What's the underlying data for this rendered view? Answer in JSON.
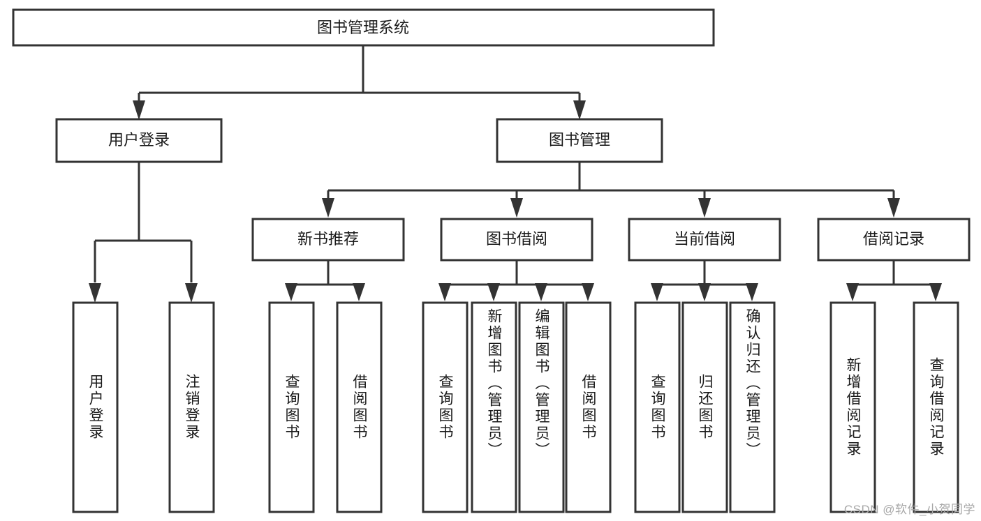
{
  "diagram": {
    "type": "tree-hierarchy",
    "title": "图书管理系统",
    "root": {
      "label": "图书管理系统"
    },
    "level2": [
      {
        "id": "user-login",
        "label": "用户登录"
      },
      {
        "id": "book-management",
        "label": "图书管理"
      }
    ],
    "level3": [
      {
        "id": "new-book-recommend",
        "label": "新书推荐",
        "parent": "book-management"
      },
      {
        "id": "book-borrow",
        "label": "图书借阅",
        "parent": "book-management"
      },
      {
        "id": "current-borrow",
        "label": "当前借阅",
        "parent": "book-management"
      },
      {
        "id": "borrow-record",
        "label": "借阅记录",
        "parent": "book-management"
      }
    ],
    "leaves": [
      {
        "id": "leaf-user-login",
        "label": "用户登录",
        "parent": "user-login"
      },
      {
        "id": "leaf-logout-login",
        "label": "注销登录",
        "parent": "user-login"
      },
      {
        "id": "leaf-query-book-1",
        "label": "查询图书",
        "parent": "new-book-recommend"
      },
      {
        "id": "leaf-borrow-book-1",
        "label": "借阅图书",
        "parent": "new-book-recommend"
      },
      {
        "id": "leaf-query-book-2",
        "label": "查询图书",
        "parent": "book-borrow"
      },
      {
        "id": "leaf-add-book",
        "label": "新增图书（管理员）",
        "parent": "book-borrow"
      },
      {
        "id": "leaf-edit-book",
        "label": "编辑图书（管理员）",
        "parent": "book-borrow"
      },
      {
        "id": "leaf-borrow-book-2",
        "label": "借阅图书",
        "parent": "book-borrow"
      },
      {
        "id": "leaf-query-book-3",
        "label": "查询图书",
        "parent": "current-borrow"
      },
      {
        "id": "leaf-return-book",
        "label": "归还图书",
        "parent": "current-borrow"
      },
      {
        "id": "leaf-confirm-return",
        "label": "确认归还（管理员）",
        "parent": "current-borrow"
      },
      {
        "id": "leaf-add-borrow-record",
        "label": "新增借阅记录",
        "parent": "borrow-record"
      },
      {
        "id": "leaf-query-borrow-record",
        "label": "查询借阅记录",
        "parent": "borrow-record"
      }
    ],
    "colors": {
      "stroke": "#333333",
      "box_fill": "#ffffff",
      "text": "#1a1a1a",
      "background": "#ffffff",
      "watermark": "#a8a8a8"
    }
  },
  "watermark": {
    "text": "CSDN @软件_小贺同学"
  }
}
